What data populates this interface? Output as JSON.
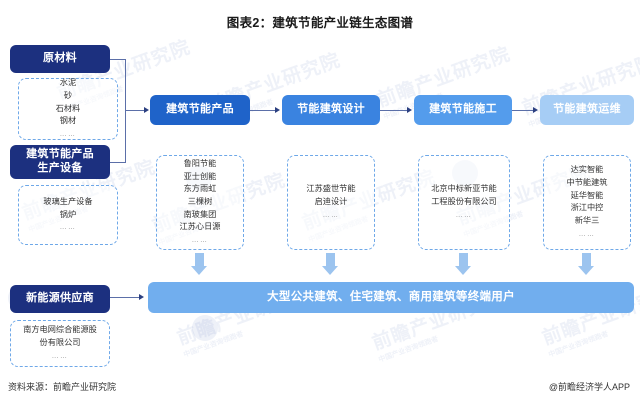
{
  "chart_data": {
    "type": "diagram",
    "title": "图表2：建筑节能产业链生态图谱",
    "diagram_kind": "industry-chain-ecosystem-map"
  },
  "title": "图表2：建筑节能产业链生态图谱",
  "upstream": {
    "nodes": [
      {
        "label": "原材料",
        "items": [
          "水泥",
          "砂",
          "石材料",
          "钢材"
        ],
        "dots": "……"
      },
      {
        "label": "建筑节能产品\n生产设备",
        "label_line1": "建筑节能产品",
        "label_line2": "生产设备",
        "items": [
          "玻璃生产设备",
          "锅炉"
        ],
        "dots": "……"
      }
    ]
  },
  "chain": {
    "stages": [
      {
        "label": "建筑节能产品",
        "color": "#1f63c9",
        "companies": [
          "鲁阳节能",
          "亚士创能",
          "东方雨虹",
          "三棵树",
          "南玻集团",
          "江苏心日源"
        ],
        "dots": "……"
      },
      {
        "label": "节能建筑设计",
        "color": "#3a83e0",
        "companies": [
          "江苏盛世节能",
          "启迪设计"
        ],
        "dots": "……"
      },
      {
        "label": "建筑节能施工",
        "color": "#549cec",
        "companies": [
          "北京中标新亚节能",
          "工程股份有限公司"
        ],
        "dots": "……"
      },
      {
        "label": "节能建筑运维",
        "color": "#a6cdf5",
        "companies": [
          "达实智能",
          "中节能建筑",
          "延华智能",
          "浙江中控",
          "新华三"
        ],
        "dots": "……"
      }
    ]
  },
  "supplier": {
    "label": "新能源供应商",
    "companies": [
      "南方电网综合能源股",
      "份有限公司"
    ],
    "dots": "……"
  },
  "downstream": {
    "bar_label": "大型公共建筑、住宅建筑、商用建筑等终端用户"
  },
  "footer": {
    "source": "资料来源：前瞻产业研究院",
    "app": "@前瞻经济学人APP"
  },
  "watermark": {
    "text": "前瞻产业研究院",
    "sub": "中国产业咨询领跑者"
  },
  "colors": {
    "navy": "#1c307f",
    "stage1": "#1f63c9",
    "stage2": "#3a83e0",
    "stage3": "#549cec",
    "stage4": "#a6cdf5",
    "bar": "#71aeee",
    "dashed_border": "#6ea8e8",
    "connector": "#5b6fa8",
    "down_arrow": "#9cc4ef"
  }
}
